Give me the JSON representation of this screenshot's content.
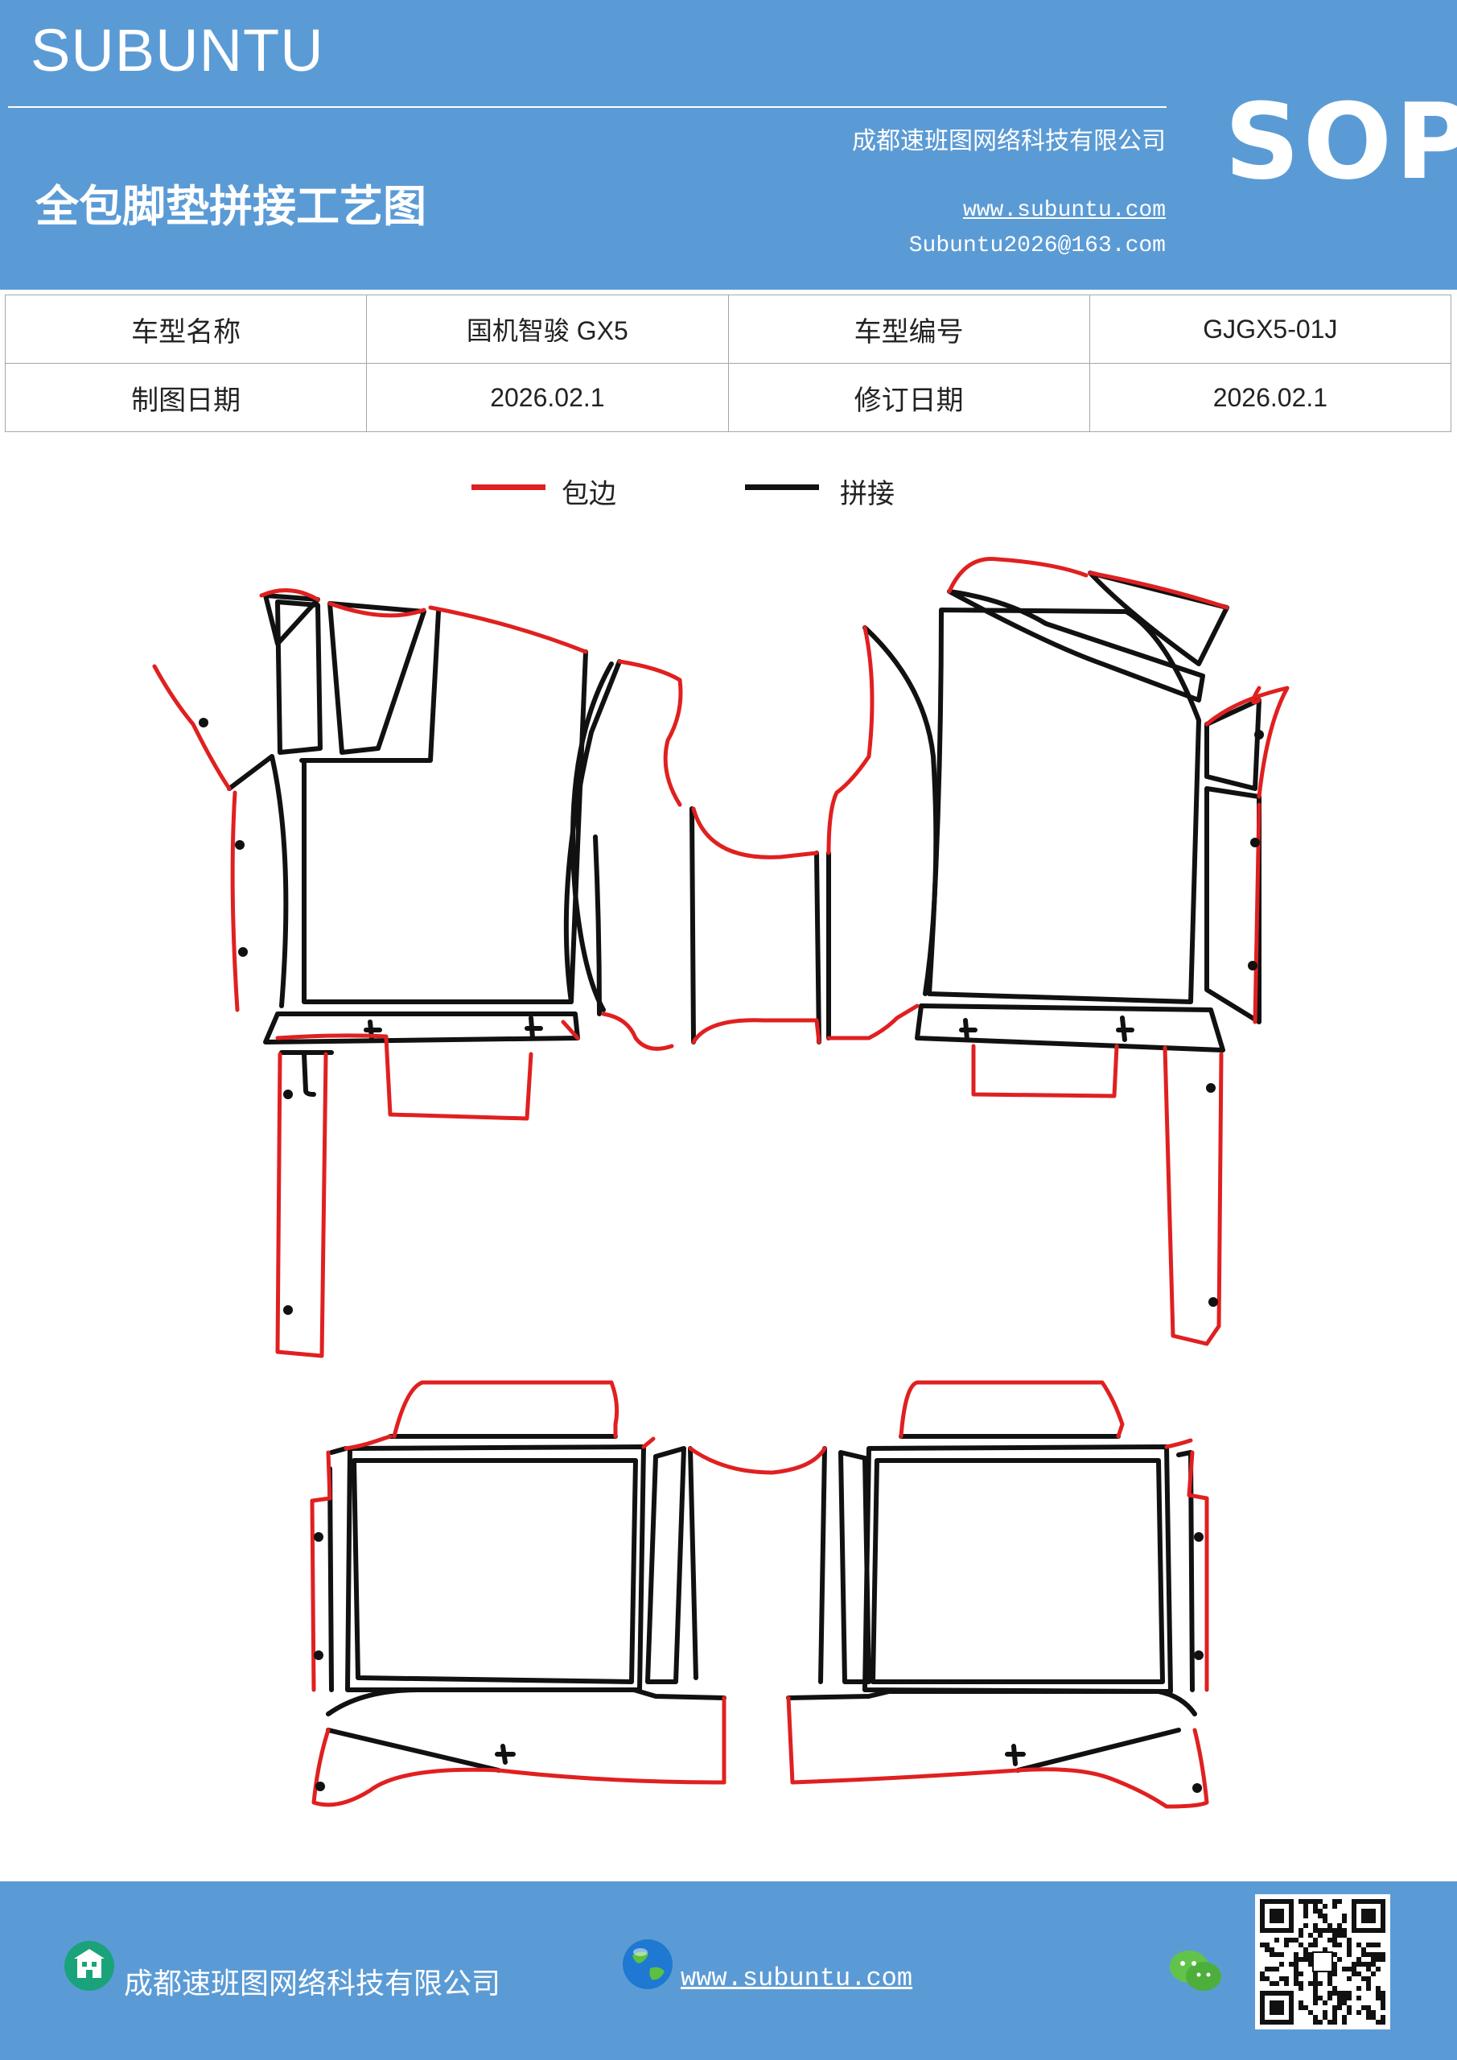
{
  "header": {
    "brand": "SUBUNTU",
    "company": "成都速班图网络科技有限公司",
    "title": "全包脚垫拼接工艺图",
    "website": "www.subuntu.com",
    "email": "Subuntu2026@163.com",
    "badge": "SOP",
    "background_color": "#5b9bd5"
  },
  "info_table": {
    "rows": [
      {
        "label1": "车型名称",
        "value1": "国机智骏 GX5",
        "label2": "车型编号",
        "value2": "GJGX5-01J"
      },
      {
        "label1": "制图日期",
        "value1": "2026.02.1",
        "label2": "修订日期",
        "value2": "2026.02.1"
      }
    ]
  },
  "legend": {
    "items": [
      {
        "label": "包边",
        "color": "#e02020"
      },
      {
        "label": "拼接",
        "color": "#111111"
      }
    ]
  },
  "footer": {
    "company": "成都速班图网络科技有限公司",
    "website": "www.subuntu.com",
    "icons": [
      "building-icon",
      "globe-icon",
      "wechat-icon",
      "qr-code"
    ]
  }
}
